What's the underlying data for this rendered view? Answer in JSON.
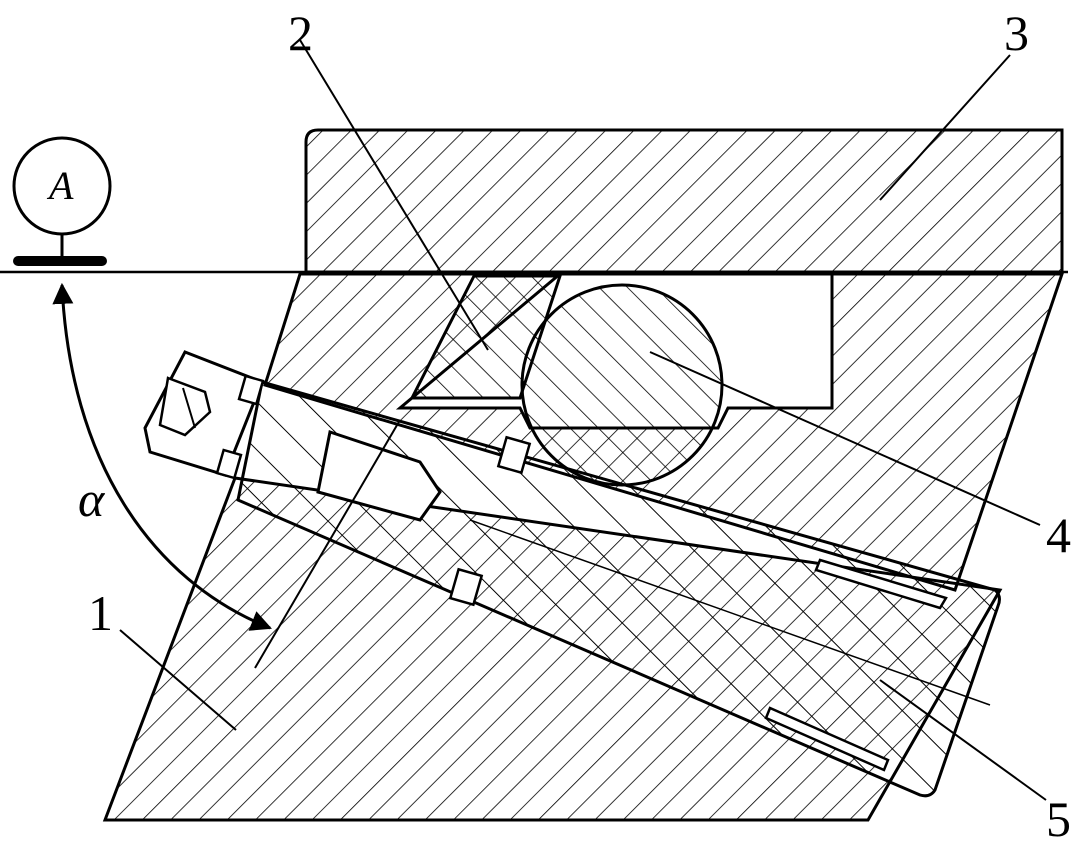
{
  "labels": {
    "part_1": "1",
    "part_2": "2",
    "part_3": "3",
    "part_4": "4",
    "part_5": "5",
    "angle": "α",
    "datum": "A"
  },
  "colors": {
    "stroke": "#000000",
    "background": "#ffffff"
  }
}
